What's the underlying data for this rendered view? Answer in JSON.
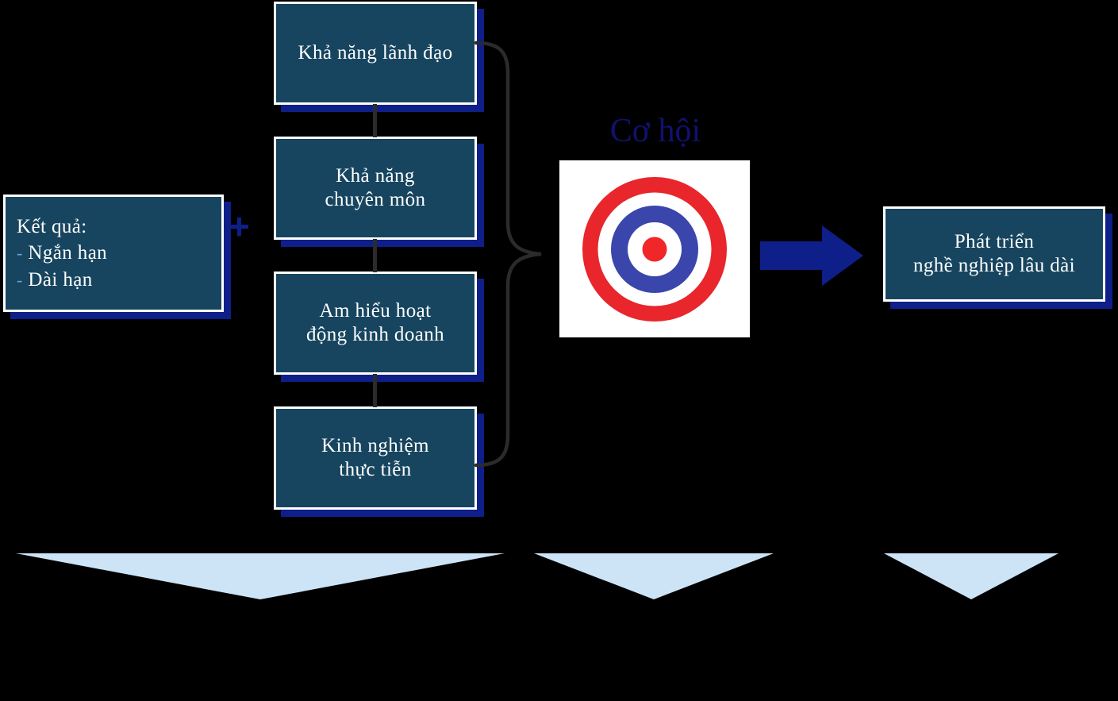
{
  "diagram": {
    "title": "Career development diagram",
    "background_color": "#000000",
    "box_fill_color": "#17455f",
    "box_border_color": "#ffffff",
    "box_shadow_color": "#0e1f8a",
    "accent_color": "#0e1f8a",
    "triangle_color": "#cde4f7",
    "dash_color": "#63a6d8"
  },
  "result_box": {
    "heading": "Kết quả:",
    "items": [
      {
        "dash": "-",
        "label": "Ngắn  hạn"
      },
      {
        "dash": "-",
        "label": "Dài hạn"
      }
    ]
  },
  "plus": {
    "symbol": "+"
  },
  "competency_boxes": [
    {
      "label": "Khả năng lãnh đạo"
    },
    {
      "line1": "Khả năng",
      "line2": "chuyên  môn"
    },
    {
      "line1": "Am hiểu hoạt",
      "line2": "động kinh doanh"
    },
    {
      "line1": "Kinh nghiệm",
      "line2": "thực tiễn"
    }
  ],
  "target": {
    "label": "Cơ hội",
    "label_color": "#111171",
    "ring_colors": {
      "outer_red": "#e8262c",
      "gap_white": "#ffffff",
      "blue": "#3a46ab",
      "center_red": "#f02628"
    }
  },
  "arrow": {
    "direction": "right",
    "color": "#0e1f8a"
  },
  "outcome_box": {
    "line1": "Phát triển",
    "line2": "nghề nghiệp lâu dài"
  },
  "brace": {
    "color": "#2b2b2b",
    "orientation": "right-pointing"
  },
  "bottom_triangles": [
    {
      "name": "triangle-left"
    },
    {
      "name": "triangle-middle"
    },
    {
      "name": "triangle-right"
    }
  ]
}
